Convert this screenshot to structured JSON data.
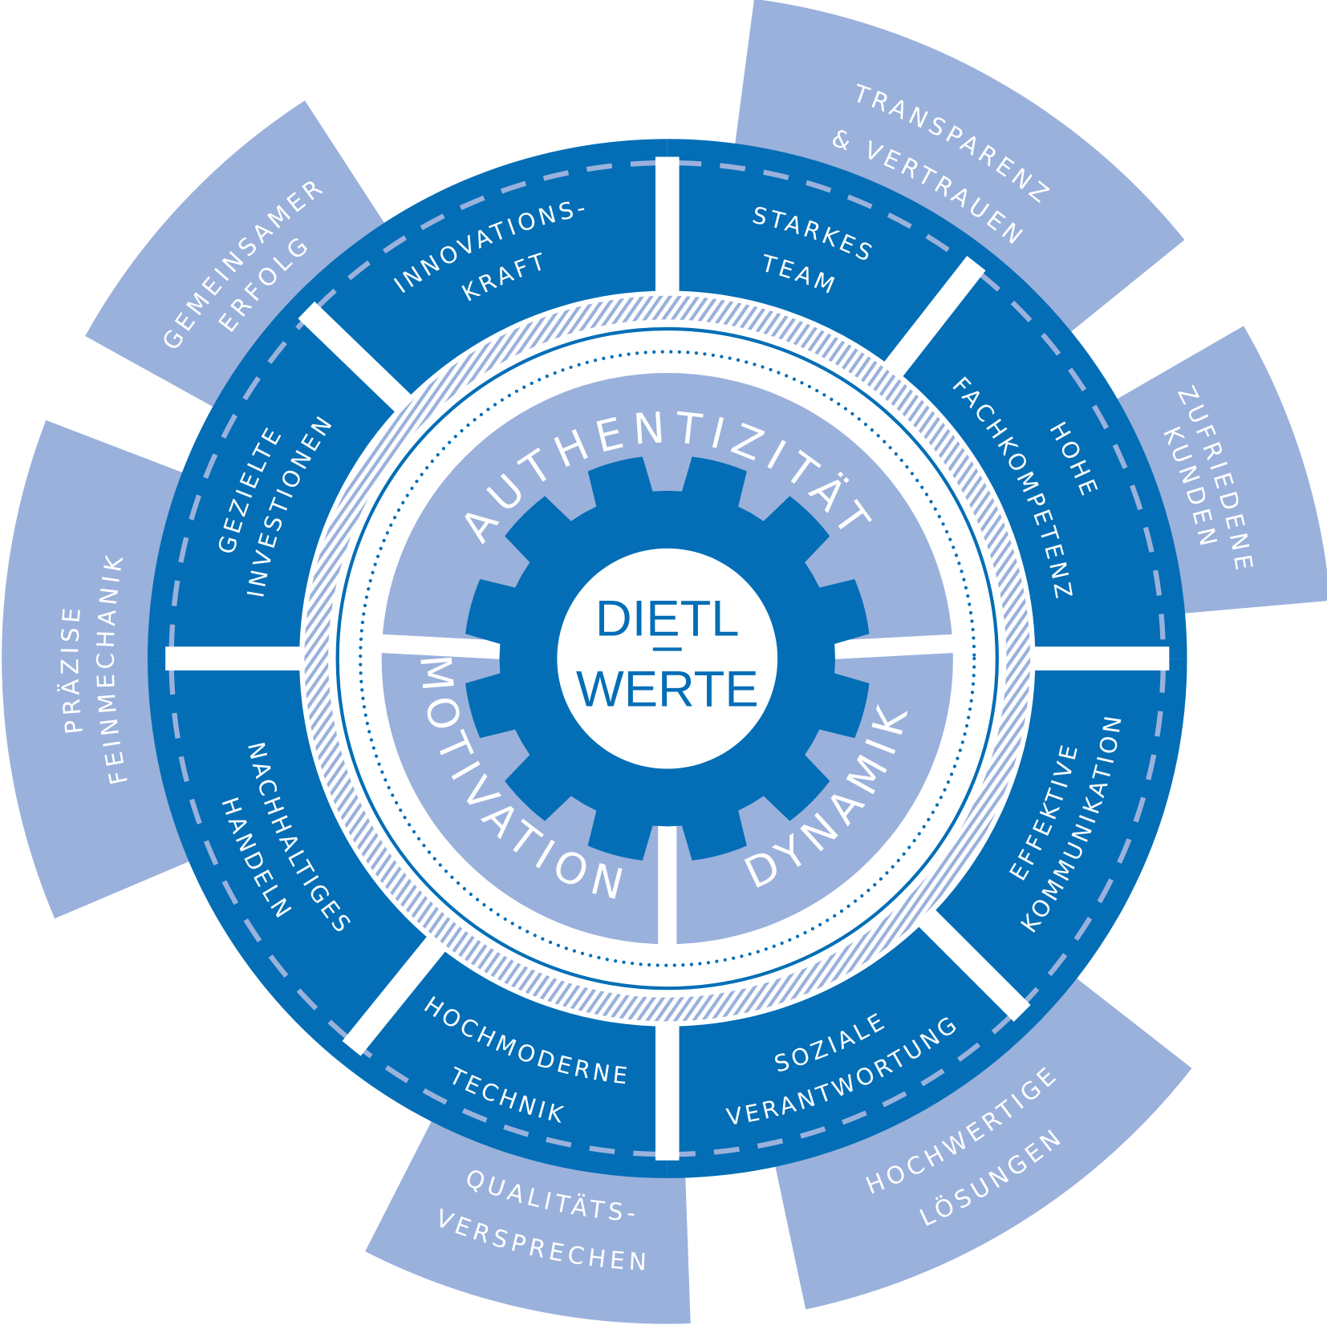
{
  "center": {
    "line1": "DIETL",
    "line2": "WERTE"
  },
  "colors": {
    "dark": "#036eb6",
    "light": "#9ab1dc",
    "white": "#ffffff"
  },
  "core_values": [
    {
      "label": "AUTHENTIZITÄT"
    },
    {
      "label": "DYNAMIK"
    },
    {
      "label": "MOTIVATION"
    }
  ],
  "inner_segments": [
    {
      "lines": [
        "INNOVATIONS-",
        "KRAFT"
      ]
    },
    {
      "lines": [
        "STARKES",
        "TEAM"
      ]
    },
    {
      "lines": [
        "HOHE",
        "FACHKOMPETENZ"
      ]
    },
    {
      "lines": [
        "EFFEKTIVE",
        "KOMMUNIKATION"
      ]
    },
    {
      "lines": [
        "SOZIALE",
        "VERANTWORTUNG"
      ]
    },
    {
      "lines": [
        "HOCHMODERNE",
        "TECHNIK"
      ]
    },
    {
      "lines": [
        "NACHHALTIGES",
        "HANDELN"
      ]
    },
    {
      "lines": [
        "GEZIELTE",
        "INVESTIONEN"
      ]
    }
  ],
  "outer_segments": [
    {
      "lines": [
        "GEMEINSAMER",
        "ERFOLG"
      ]
    },
    {
      "lines": [
        "TRANSPARENZ",
        "& VERTRAUEN"
      ]
    },
    {
      "lines": [
        "ZUFRIEDENE",
        "KUNDEN"
      ]
    },
    {
      "lines": [
        "HOCHWERTIGE",
        "LÖSUNGEN"
      ]
    },
    {
      "lines": [
        "QUALITÄTS-",
        "VERSPRECHEN"
      ]
    },
    {
      "lines": [
        "PRÄZISE",
        "FEINMECHANIK"
      ]
    }
  ]
}
